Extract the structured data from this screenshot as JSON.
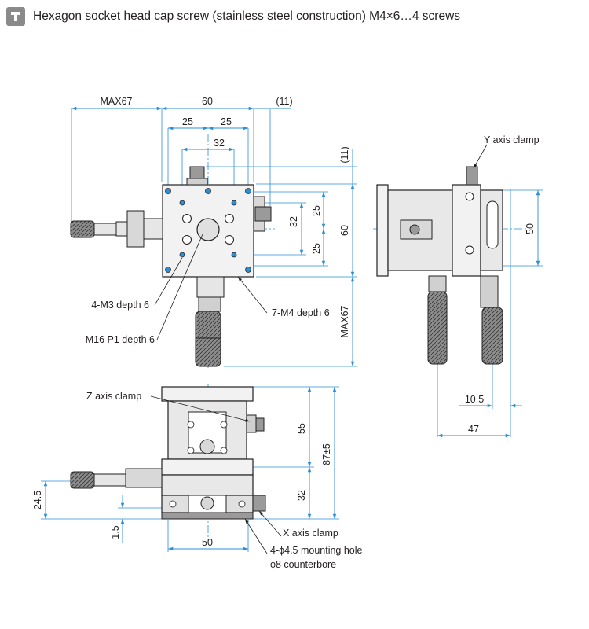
{
  "header": {
    "icon": "screw-icon",
    "text": "Hexagon socket head cap screw (stainless steel construction) M4×6…4 screws"
  },
  "dimensions": {
    "top_max67": "MAX67",
    "top_60": "60",
    "top_11": "(11)",
    "top_25a": "25",
    "top_25b": "25",
    "top_32": "32",
    "right_11": "(11)",
    "right_25a": "25",
    "right_32": "32",
    "right_25b": "25",
    "right_60": "60",
    "right_max67": "MAX67",
    "side_50": "50",
    "side_10_5": "10.5",
    "side_47": "47",
    "front_55": "55",
    "front_87": "87±5",
    "front_32": "32",
    "front_24_5": "24.5",
    "front_1_5": "1.5",
    "front_50": "50"
  },
  "labels": {
    "m3": "4-M3 depth 6",
    "m16": "M16 P1 depth 6",
    "m4": "7-M4 depth 6",
    "y_clamp": "Y axis clamp",
    "z_clamp": "Z axis clamp",
    "x_clamp": "X axis clamp",
    "mounting": "4-ϕ4.5 mounting hole",
    "counterbore": "ϕ8 counterbore"
  },
  "colors": {
    "dimension_line": "#2b8fd6",
    "outline": "#231f20",
    "body_fill": "#f2f2f2",
    "knob_fill": "#9a9a9a"
  }
}
